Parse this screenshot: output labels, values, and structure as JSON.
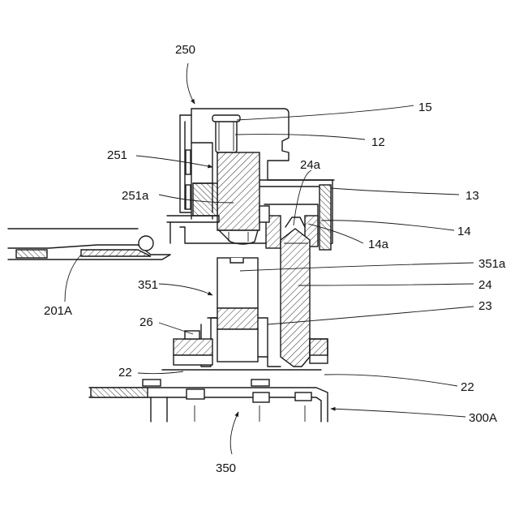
{
  "labels": {
    "l250": "250",
    "l15": "15",
    "l12": "12",
    "l251": "251",
    "l24a": "24a",
    "l13": "13",
    "l251a": "251a",
    "l14": "14",
    "l14a": "14a",
    "l351a": "351a",
    "l351": "351",
    "l24": "24",
    "l201A": "201A",
    "l23": "23",
    "l26": "26",
    "l22_left": "22",
    "l22_right": "22",
    "l300A": "300A",
    "l350": "350"
  }
}
